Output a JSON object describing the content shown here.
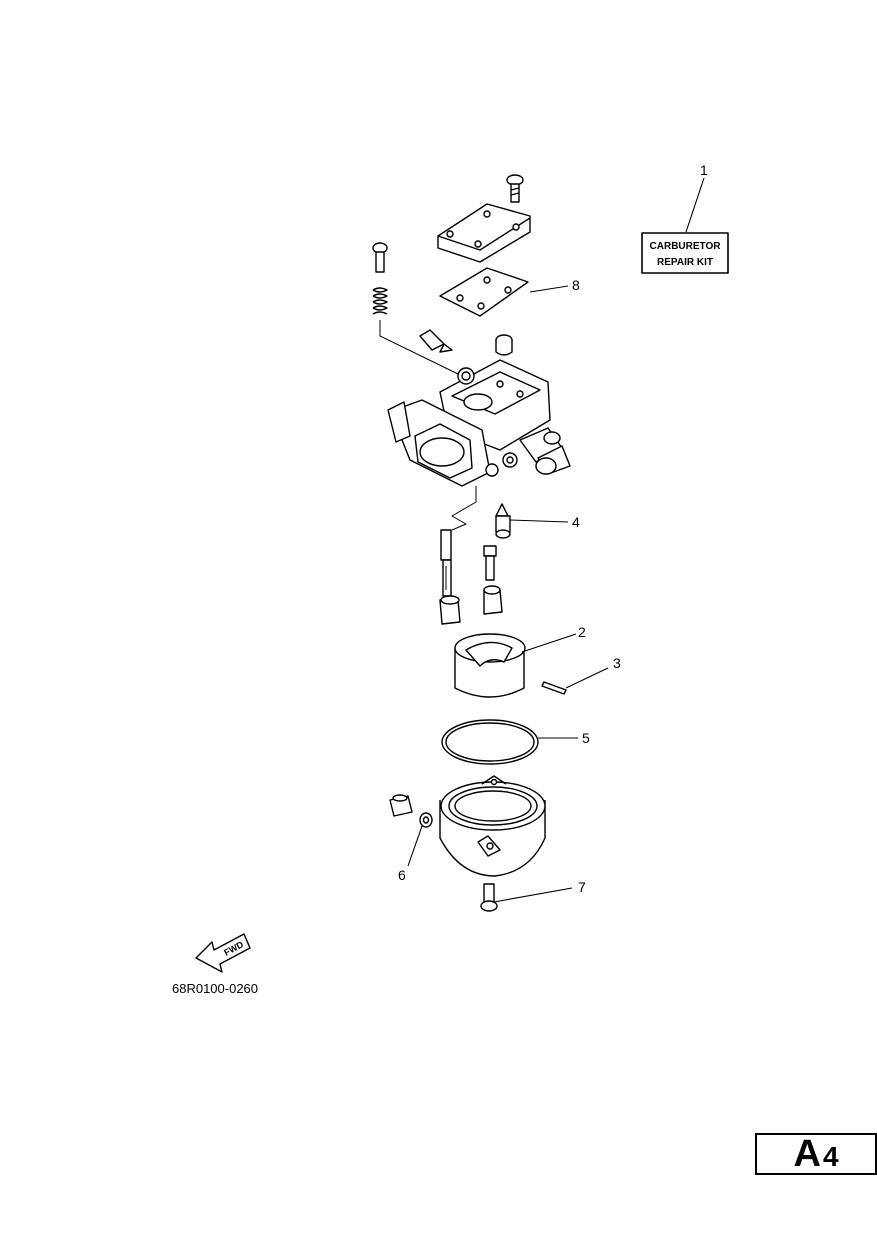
{
  "callouts": [
    "1",
    "2",
    "3",
    "4",
    "5",
    "6",
    "7",
    "8"
  ],
  "kit_label": {
    "line1": "CARBURETOR",
    "line2": "REPAIR KIT"
  },
  "fwd_label": "FWD",
  "part_code": "68R0100-0260",
  "page_tag": {
    "letter": "A",
    "number": "4"
  }
}
